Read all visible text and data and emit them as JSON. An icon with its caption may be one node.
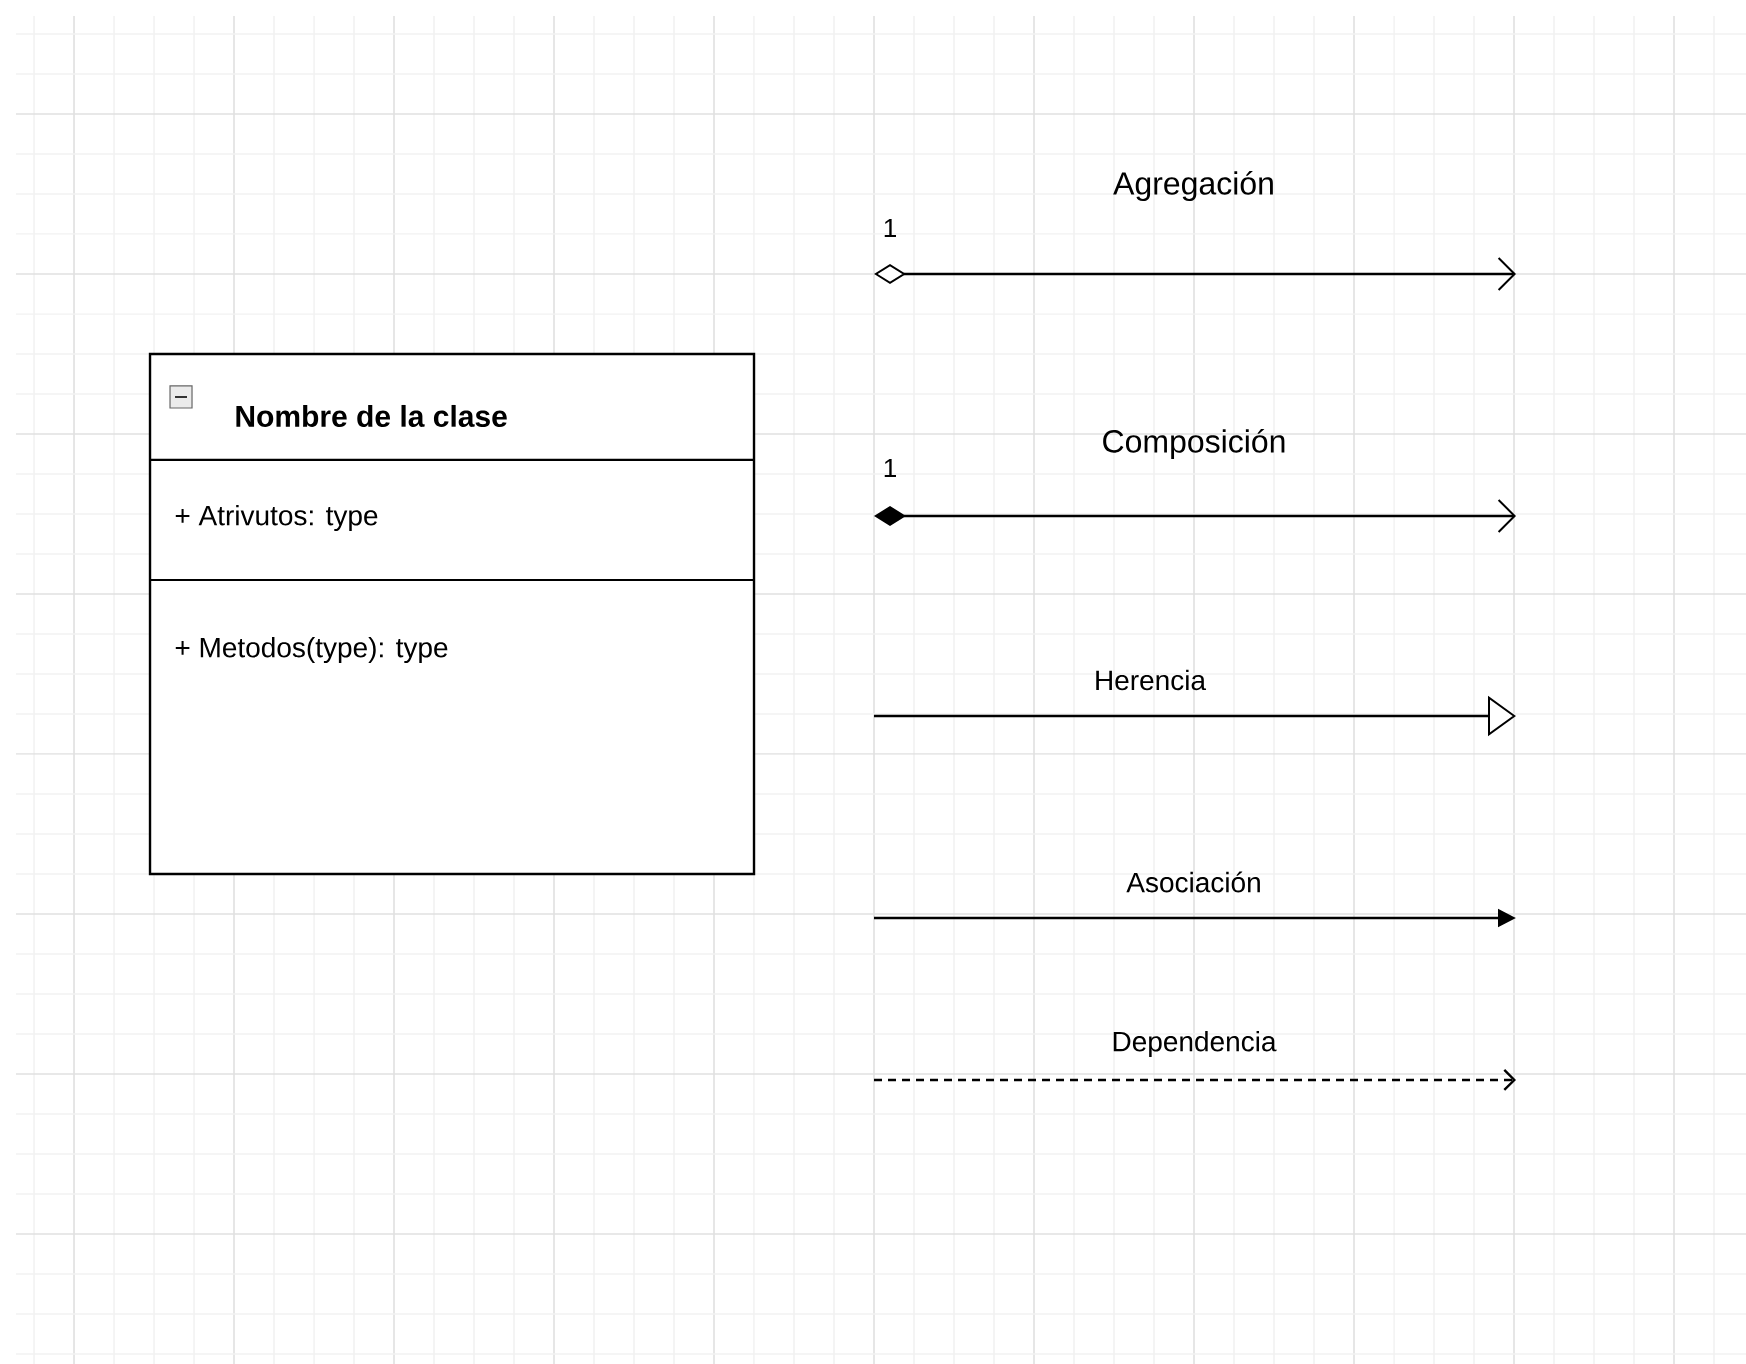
{
  "diagram": {
    "nodes": [
      {
        "text": [
          "Nombre de la clase",
          "+ Atrivutos: type",
          "+ Metodos(type): type"
        ]
      }
    ],
    "labels": [
      "1",
      "1"
    ],
    "legend": [
      {
        "text": "Agregación"
      },
      {
        "text": "Composición"
      },
      {
        "text": "Herencia"
      },
      {
        "text": "Asociación"
      },
      {
        "text": "Dependencia"
      }
    ]
  }
}
